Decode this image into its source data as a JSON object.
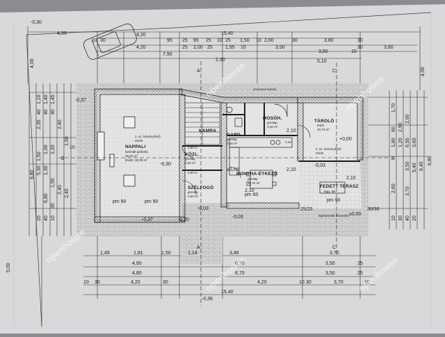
{
  "dimensions": {
    "top_outer": [
      "-0,30",
      "4,39",
      "4,20",
      "15,40"
    ],
    "top_row1": [
      "10",
      "30",
      "95",
      "25",
      "95",
      "25",
      "10",
      "25",
      "1,50",
      "10",
      "2,60",
      "30",
      "3,80",
      "30"
    ],
    "top_row2": [
      "4,20",
      "25",
      "2,00",
      "25",
      "1,95",
      "10",
      "3,50",
      "3,50",
      "10",
      "30",
      "3,80"
    ],
    "top_row3": [
      "7,90",
      "2,30",
      "5,10"
    ],
    "left_vertical": [
      "4,00",
      "6,80",
      "1,10",
      "40",
      "1,40",
      "40",
      "1,45",
      "40",
      "2,35",
      "2,40",
      "1,50",
      "1,00",
      "2,40",
      "1,20",
      "5,30",
      "6,80",
      "20",
      "40",
      "10",
      "30",
      "2,40",
      "1,50",
      "1,50",
      "1,30"
    ],
    "right_vertical": [
      "4,00",
      "6,80",
      "1,70",
      "60",
      "2,90",
      "2,00",
      "1,20",
      "1,80",
      "3,50",
      "3,60",
      "2,60",
      "5,40",
      "6,40",
      "6,50",
      "3,70",
      "10",
      "30",
      "40",
      "20"
    ],
    "bottom_row1": [
      "1,49",
      "1,81",
      "1,50",
      "1,14",
      "3,46",
      "3,70"
    ],
    "bottom_row2": [
      "4,90",
      "6,70",
      "3,50",
      "25"
    ],
    "bottom_row3": [
      "4,80",
      "6,70",
      "3,50",
      "25"
    ],
    "bottom_row4": [
      "10",
      "30",
      "4,20",
      "30",
      "4,20",
      "10",
      "30",
      "3,70",
      "10"
    ],
    "bottom_outer": [
      "15,40",
      "-0,36",
      "5,00"
    ],
    "misc": [
      "-0,37",
      "-0,30",
      "-0,37",
      "-0,20",
      "-0,03",
      "-0,03",
      "±0,00",
      "±0,00",
      "+0,00",
      "-0,03",
      "pm 90",
      "pm 90",
      "pm 60",
      "pm 90",
      "2,10",
      "2,10",
      "2,10",
      "2,10",
      "25/25",
      "30/30",
      "10"
    ]
  },
  "section_marks": [
    "A",
    "A",
    "B",
    "B",
    "C",
    "C"
  ],
  "rooms": [
    {
      "name": "NAPPALI",
      "lines": [
        "laminált parketta",
        "25,20 m²",
        "bruttó: 30,05 m²"
      ]
    },
    {
      "name": "KAMRA",
      "lines": []
    },
    {
      "name": "KÖZL.",
      "lines": [
        "greslap",
        "4,62 m²"
      ]
    },
    {
      "name": "SZÉLFOGÓ",
      "lines": [
        "greslap",
        "3,20 m²"
      ]
    },
    {
      "name": "MOSÓH.",
      "lines": [
        "greslap",
        "3,20 m²"
      ]
    },
    {
      "name": "GARD.",
      "lines": [
        "greslap",
        "3,50 m²"
      ]
    },
    {
      "name": "KONYHA-ÉTKEZŐ",
      "lines": [
        "greslap",
        "15,70 m²"
      ]
    },
    {
      "name": "TÁROLÓ",
      "lines": [
        "térkő",
        "10,73 m²"
      ]
    },
    {
      "name": "FEDETT TERASZ",
      "lines": [
        "fagy. kér."
      ]
    }
  ],
  "notes": [
    "szennyes ledobó",
    "1. sz. kéményfürtő",
    "2. sz. kéményfürtő",
    "égéstermék elvezetés",
    "40/40",
    "40/40",
    "2,60 m",
    "2,10",
    "2,60 m"
  ],
  "watermark": "openhouse",
  "colors": {
    "paper": "#d7d9da",
    "ink": "#1c1c1c",
    "hatch": "#6e6f71",
    "background": "#8a8c8f"
  }
}
